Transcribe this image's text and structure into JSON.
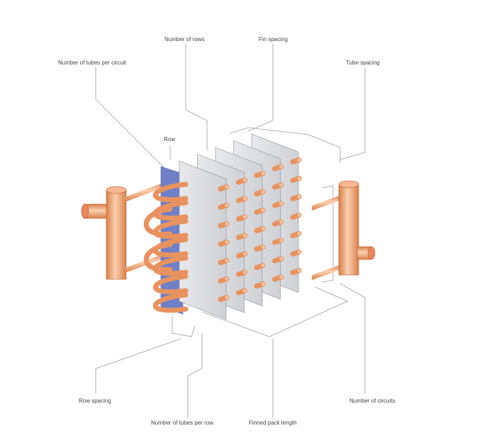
{
  "labels": {
    "number_of_rows": "Number of rows",
    "fin_spacing": "Fin spacing",
    "tubes_per_circuit": "Number of tubes per circuit",
    "tube_spacing": "Tube spacing",
    "row": "Row",
    "row_spacing": "Row spacing",
    "tubes_per_row": "Number of tubes per row",
    "finned_pack_length": "Finned pack length",
    "number_of_circuits": "Number of circuits"
  },
  "colors": {
    "copper": "#f0a070",
    "copper_dark": "#c86a38",
    "fin": "#dcdee2",
    "fin_edge": "#8a8c90",
    "row_plate": "#6f7fc8",
    "leader": "#999999"
  }
}
